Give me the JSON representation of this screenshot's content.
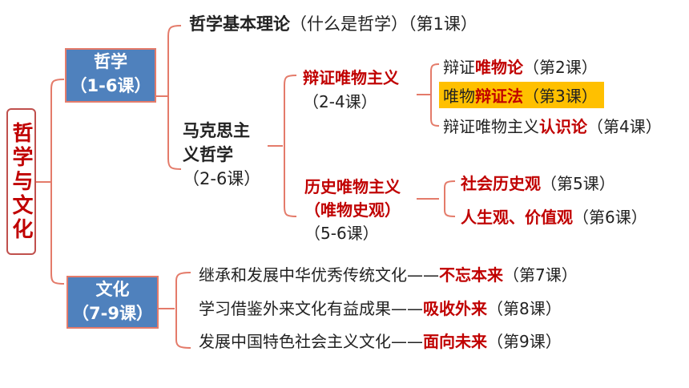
{
  "root": {
    "label": "哲学与文化"
  },
  "philosophy": {
    "title": "哲学",
    "range": "（1-6课）",
    "basic_theory": {
      "title": "哲学基本理论",
      "note": "（什么是哲学）（第1课）"
    },
    "marxism": {
      "line1": "马克思主",
      "line2": "义哲学",
      "range": "（2-6课）",
      "dialectical": {
        "title": "辩证唯物主义",
        "range": "（2-4课）",
        "items": [
          {
            "pre": "辩证",
            "key": "唯物论",
            "note": "（第2课）"
          },
          {
            "pre": "唯物",
            "key": "辩证法",
            "note": "（第3课）"
          },
          {
            "pre": "辩证唯物主义",
            "key": "认识论",
            "note": "（第4课）"
          }
        ]
      },
      "historical": {
        "title": "历史唯物主义",
        "subtitle": "（唯物史观）",
        "range": "（5-6课）",
        "items": [
          {
            "key": "社会历史观",
            "note": "（第5课）"
          },
          {
            "key": "人生观、价值观",
            "note": "（第6课）"
          }
        ]
      }
    }
  },
  "culture": {
    "title": "文化",
    "range": "（7-9课）",
    "items": [
      {
        "pre": "继承和发展中华优秀传统文化——",
        "key": "不忘本来",
        "note": "（第7课）"
      },
      {
        "pre": "学习借鉴外来文化有益成果——",
        "key": "吸收外来",
        "note": "（第8课）"
      },
      {
        "pre": "发展中国特色社会主义文化——",
        "key": "面向未来",
        "note": "（第9课）"
      }
    ]
  },
  "colors": {
    "accent_red": "#c00000",
    "box_blue": "#4f81bd",
    "box_border": "#e47b6a",
    "highlight": "#ffc000",
    "bracket": "#e47b6a"
  }
}
